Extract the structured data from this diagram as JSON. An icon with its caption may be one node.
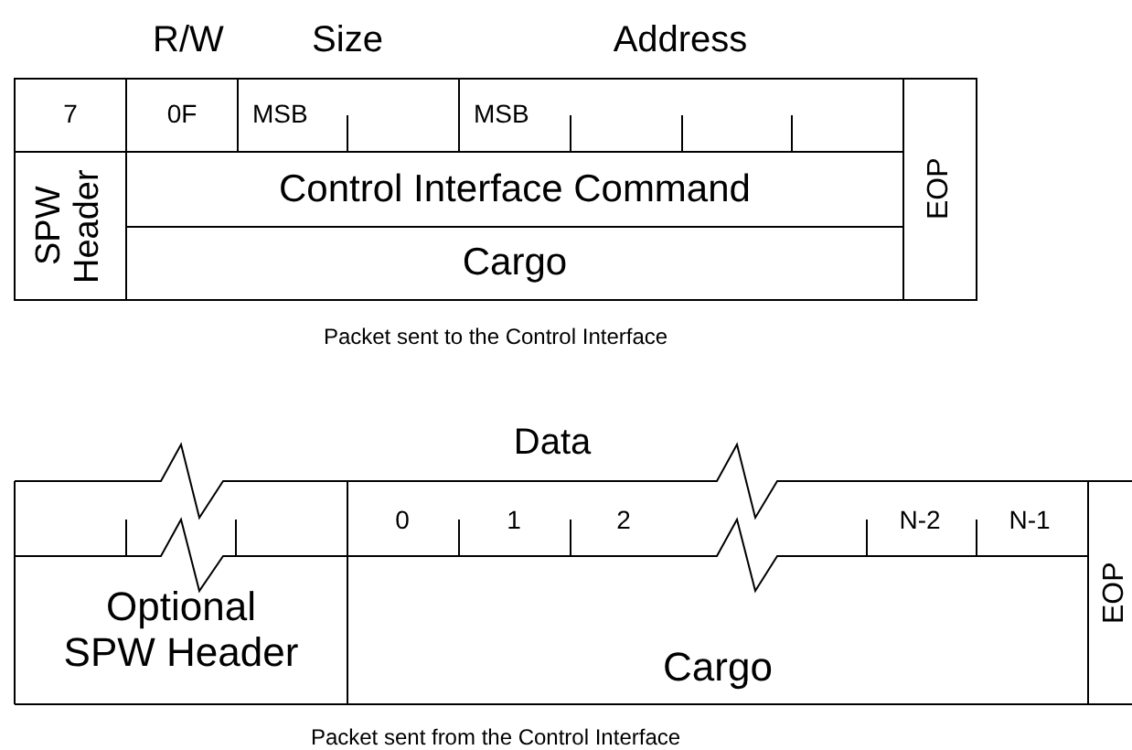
{
  "diagram": {
    "nodes": [
      {
        "text": [
          "7"
        ]
      },
      {
        "text": [
          "0F"
        ]
      },
      {
        "text": [
          "MSB"
        ]
      },
      {
        "text": [
          "MSB"
        ]
      },
      {
        "text": [
          "SPW Header"
        ]
      },
      {
        "text": [
          "Control Interface Command"
        ]
      },
      {
        "text": [
          "Cargo"
        ]
      },
      {
        "text": [
          "EOP"
        ]
      },
      {
        "text": [
          "Optional SPW Header"
        ]
      },
      {
        "text": [
          "Cargo"
        ]
      },
      {
        "text": [
          "EOP"
        ]
      }
    ],
    "edges": [],
    "labels": [
      "R/W",
      "Size",
      "Address",
      "Packet sent to the Control Interface",
      "Data",
      "0",
      "1",
      "2",
      "N-2",
      "N-1",
      "Packet sent from the Control Interface"
    ]
  }
}
